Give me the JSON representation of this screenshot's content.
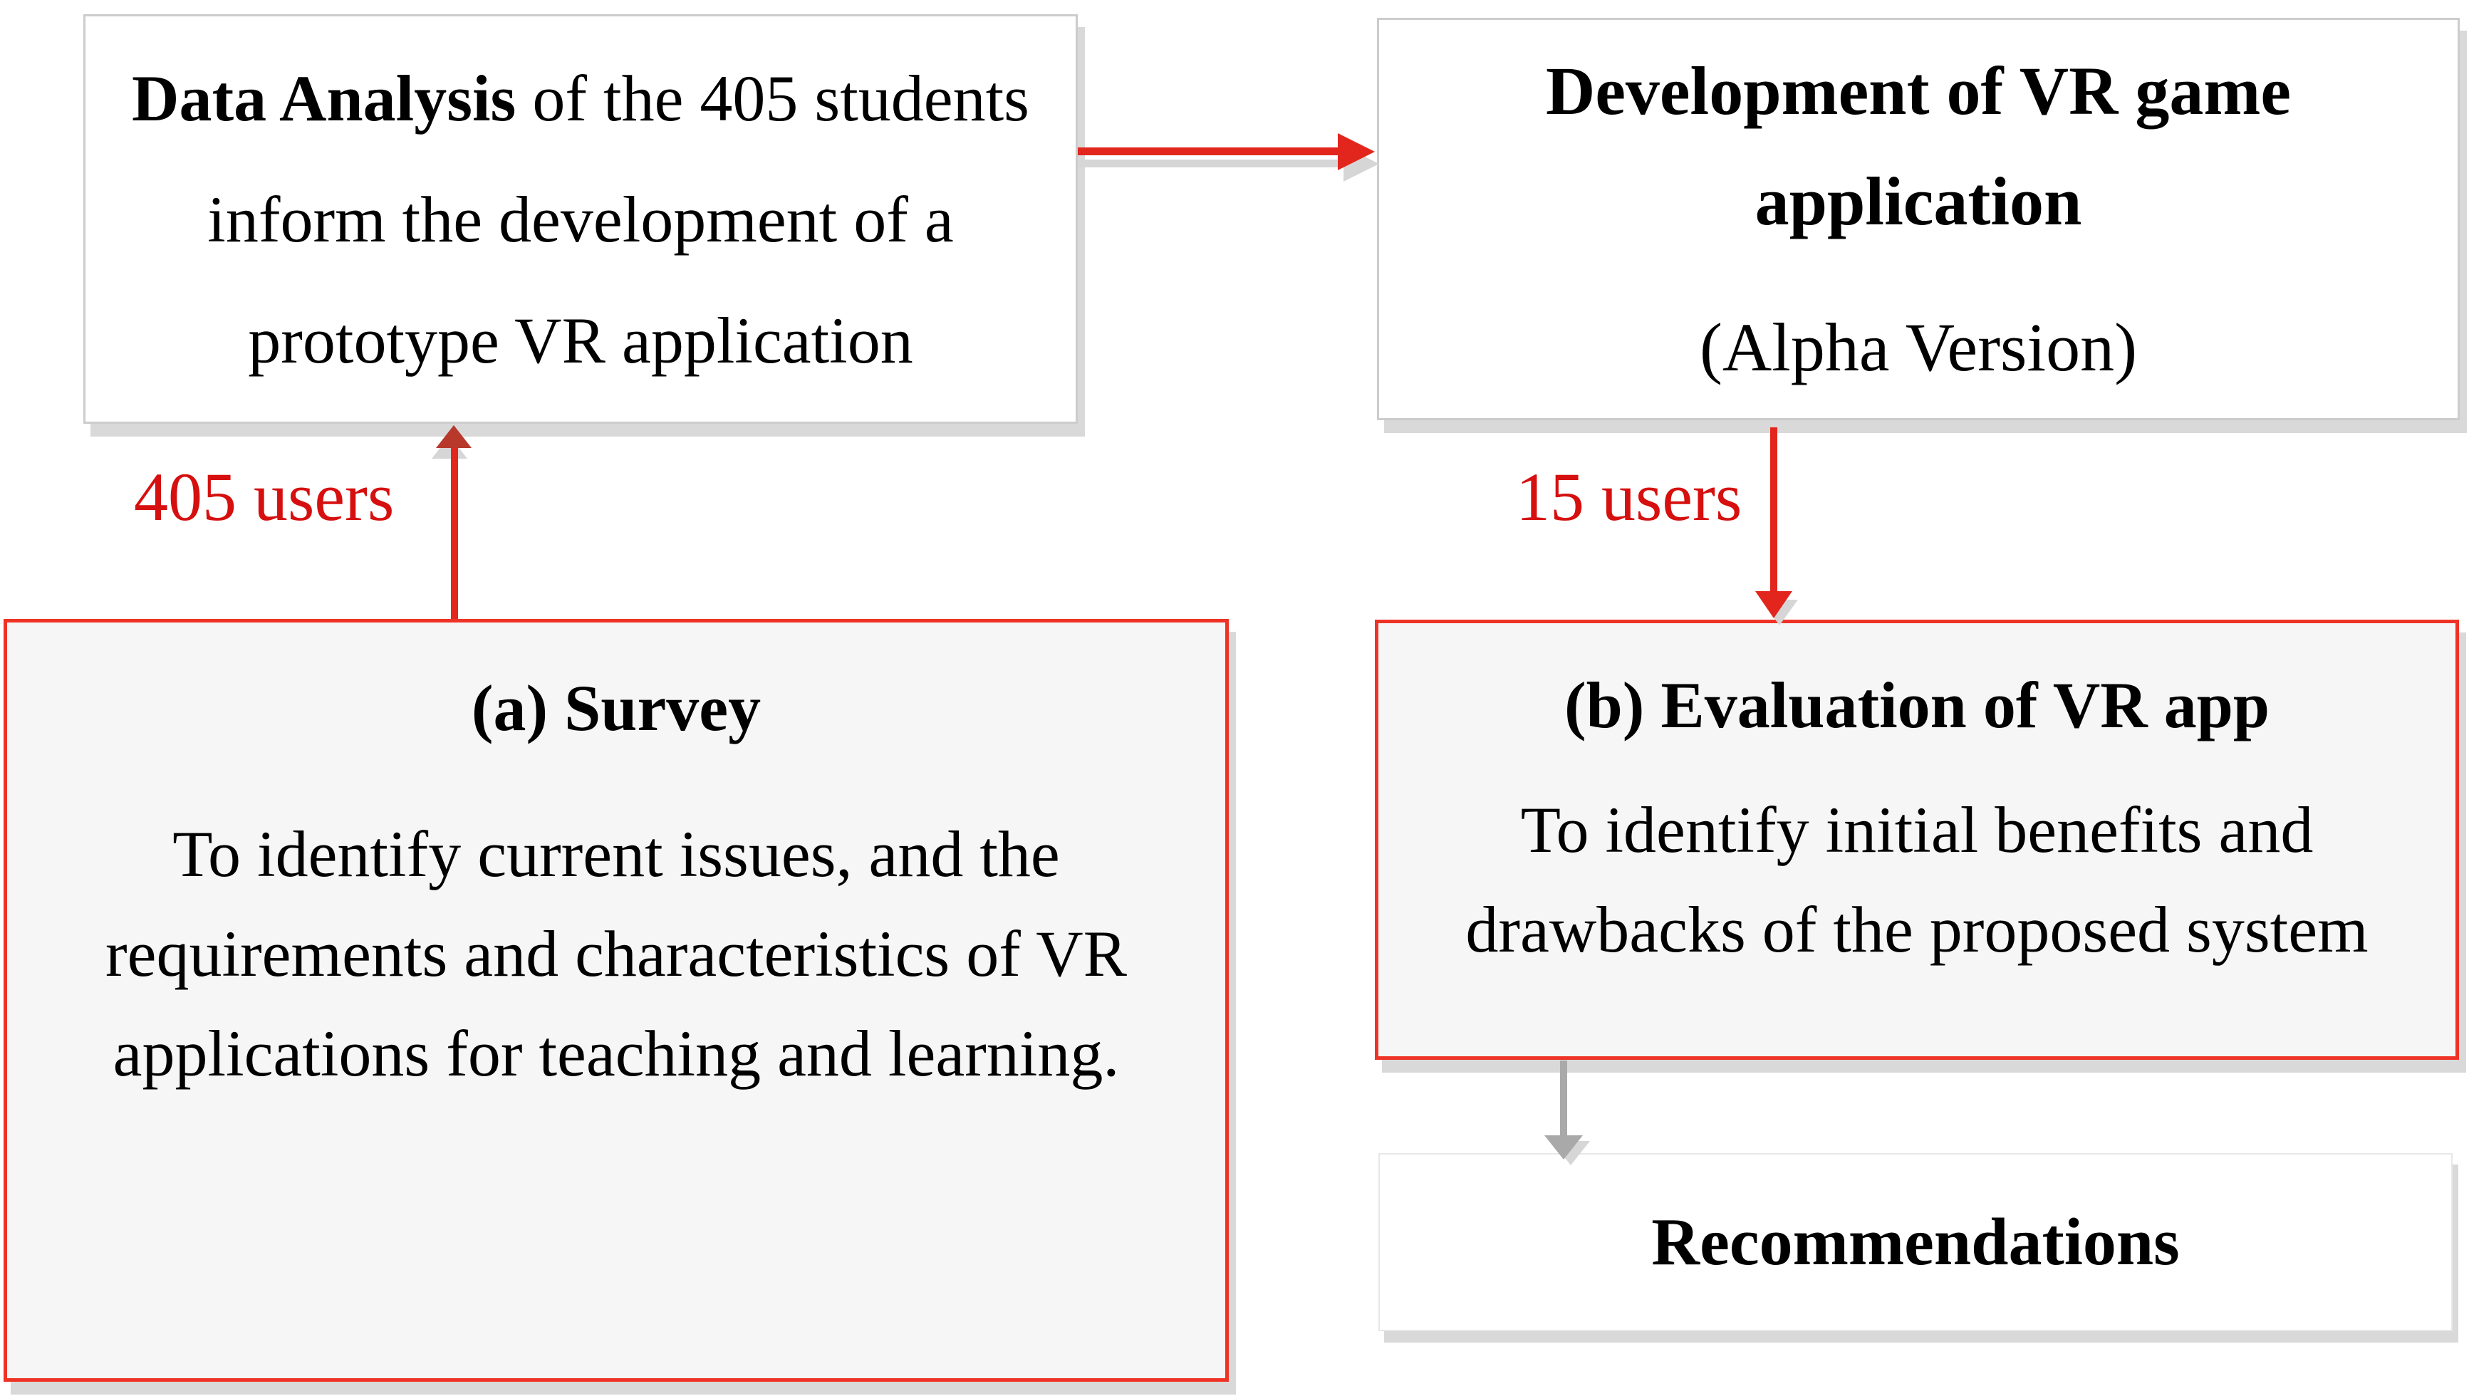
{
  "colors": {
    "red": "#e3261d",
    "red_dark": "#b8382c",
    "label_red": "#d60f0f",
    "box_border_red": "#ee3326",
    "fill_light": "#f6f6f6",
    "fill_white": "#ffffff",
    "shadow": "#d9d9d9",
    "border_gray": "#cccccc",
    "border_light": "#e7e7e7",
    "arrow_gray": "#a9a9a9",
    "arrow_gray_light": "#d6d6d6",
    "text_black": "#000000"
  },
  "boxes": {
    "data_analysis": {
      "lead_bold": "Data Analysis",
      "lead_rest": " of the 405 students",
      "line2": "inform the development of a",
      "line3": "prototype VR application"
    },
    "development": {
      "title_line1": "Development of VR game",
      "title_line2": "application",
      "subtitle": "(Alpha Version)"
    },
    "survey": {
      "title": "(a) Survey",
      "body": [
        "To identify current issues, and the",
        "requirements and characteristics of VR",
        "applications for teaching and learning."
      ]
    },
    "evaluation": {
      "title": "(b) Evaluation of VR app",
      "body": [
        "To identify initial benefits and",
        "drawbacks of the proposed system"
      ]
    },
    "recommendations": {
      "title": "Recommendations"
    }
  },
  "arrow_labels": {
    "survey_to_analysis": "405 users",
    "development_to_evaluation": "15 users"
  }
}
